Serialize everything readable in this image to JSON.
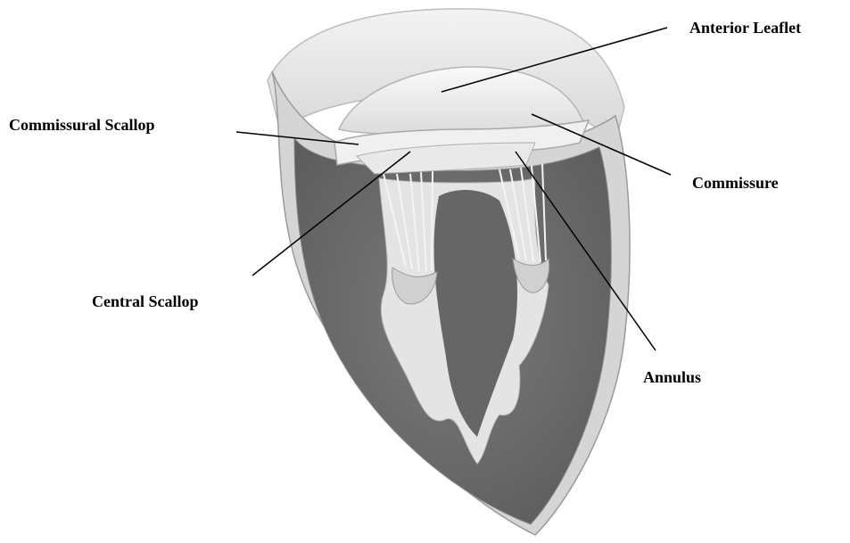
{
  "labels": {
    "anterior_leaflet": "Anterior Leaflet",
    "commissural_scallop": "Commissural Scallop",
    "commissure": "Commissure",
    "central_scallop": "Central Scallop",
    "annulus": "Annulus"
  },
  "colors": {
    "background": "#ffffff",
    "myocardium": "#6f6f6f",
    "epicardium": "#d9d9d9",
    "valve": "#eeeeee",
    "chamber": "#4a4a4a",
    "leader_line": "#000000",
    "label_text": "#000000"
  }
}
